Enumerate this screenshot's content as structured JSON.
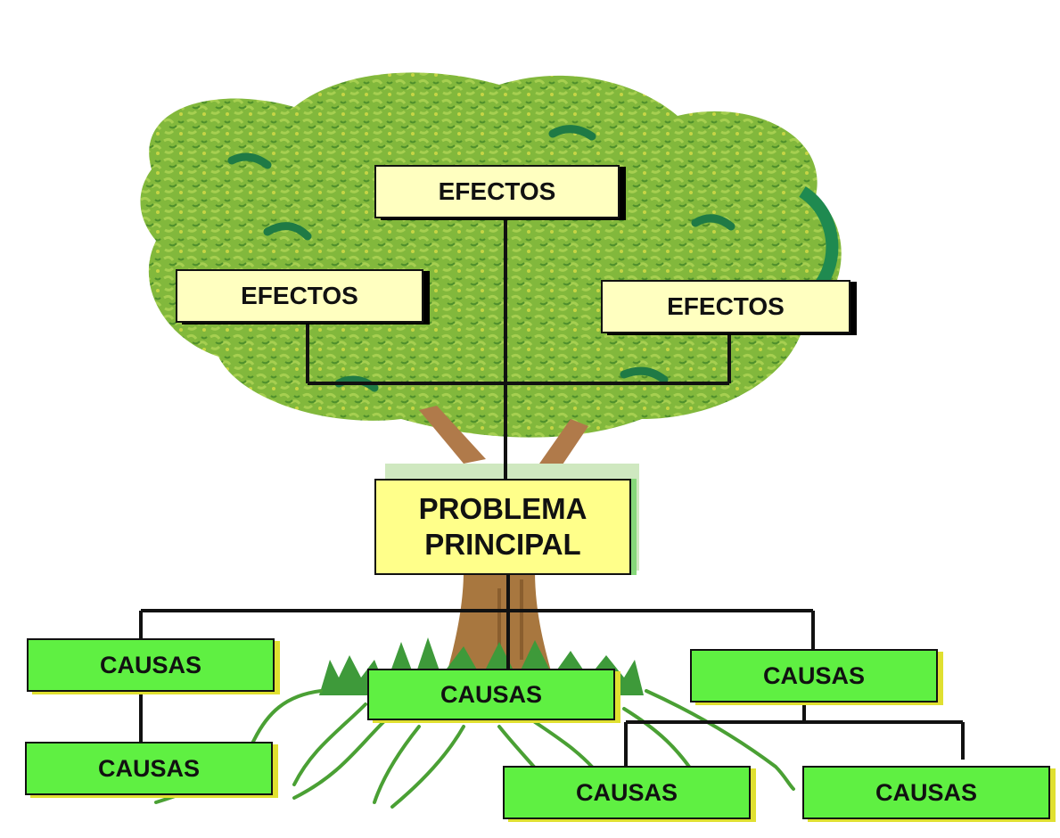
{
  "diagram": {
    "effects": [
      {
        "label": "EFECTOS"
      },
      {
        "label": "EFECTOS"
      },
      {
        "label": "EFECTOS"
      }
    ],
    "problem": {
      "line1": "PROBLEMA",
      "line2": "PRINCIPAL"
    },
    "causes": [
      {
        "label": "CAUSAS"
      },
      {
        "label": "CAUSAS"
      },
      {
        "label": "CAUSAS"
      },
      {
        "label": "CAUSAS"
      },
      {
        "label": "CAUSAS"
      },
      {
        "label": "CAUSAS"
      }
    ],
    "colors": {
      "effect_box": "#ffffc0",
      "problem_box": "#ffff8a",
      "cause_box": "#5ff042",
      "foliage": "#7fb63a",
      "trunk": "#b0804a",
      "roots": "#3e9a2a"
    }
  }
}
